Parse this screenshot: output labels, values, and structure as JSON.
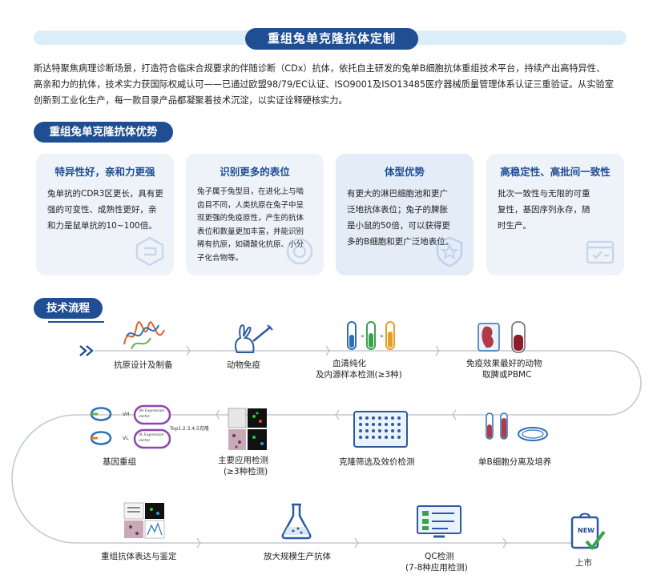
{
  "header": {
    "title": "重组兔单克隆抗体定制"
  },
  "intro": {
    "lines": [
      "斯达特聚焦病理诊断场景，打造符合临床合规要求的伴随诊断（CDx）抗体，依托自主研发的兔单B细胞抗体重组技术平台，持续产出高特异性、",
      "高亲和力的抗体，技术实力获国际权威认可——已通过欧盟98/79/EC认证、ISO9001及ISO13485医疗器械质量管理体系认证三重验证。从实验室",
      "创新到工业化生产，每一款目录产品都凝聚着技术沉淀，以实证诠释硬核实力。"
    ]
  },
  "advantages": {
    "title": "重组兔单克隆抗体优势",
    "cards": [
      {
        "title": "特异性好，亲和力更强",
        "lines": [
          "兔单抗的CDR3区更长，具有更",
          "强的可变性、成熟性更好，亲",
          "和力是鼠单抗的10~100倍。"
        ]
      },
      {
        "title": "识别更多的表位",
        "lines": [
          "兔子属于兔型目，在进化上与啮",
          "齿目不同，人类抗原在兔子中呈",
          "现更强的免疫原性，产生的抗体",
          "表位和数量更加丰富，并能识别",
          "稀有抗原，如磷酸化抗原、小分",
          "子化合物等。"
        ]
      },
      {
        "title": "体型优势",
        "lines": [
          "有更大的淋巴细胞池和更广",
          "泛地抗体表位；兔子的脾胀",
          "是小鼠的50倍，可以获得更",
          "多的B细胞和更广泛地表位。"
        ]
      },
      {
        "title": "高稳定性、高批间一致性",
        "lines": [
          "批次一致性与无限的可重",
          "复性，基因序列永存，随",
          "时生产。"
        ]
      }
    ]
  },
  "process": {
    "title": "技术流程",
    "steps": [
      {
        "label": "抗原设计及制备"
      },
      {
        "label": "动物免疫"
      },
      {
        "label": "血清纯化",
        "label2": "及内源样本检测(≥3种)"
      },
      {
        "label": "免疫效果最好的动物",
        "label2": "取脾或PBMC"
      },
      {
        "label": "单B细胞分离及培养"
      },
      {
        "label": "克隆筛选及效价检测"
      },
      {
        "label": "主要应用检测",
        "label2": "(≥3种检测)"
      },
      {
        "label": "基因重组"
      },
      {
        "label": "重组抗体表达与鉴定"
      },
      {
        "label": "放大规模生产抗体"
      },
      {
        "label": "QC检测",
        "label2": "(7-8种应用检测)"
      },
      {
        "label": "上市"
      }
    ],
    "icon_texts": {
      "vh": "VH",
      "vh_vector": "VH Expression vector",
      "vl": "VL",
      "vl_vector": "VL Expression vector",
      "clone_note": "Top1.2.3.4.5克隆",
      "new_badge": "NEW"
    }
  },
  "colors": {
    "brand": "#1f4e93",
    "light": "#dceefa",
    "card": "#eef3fa",
    "flow_line": "#c4c9d1"
  }
}
